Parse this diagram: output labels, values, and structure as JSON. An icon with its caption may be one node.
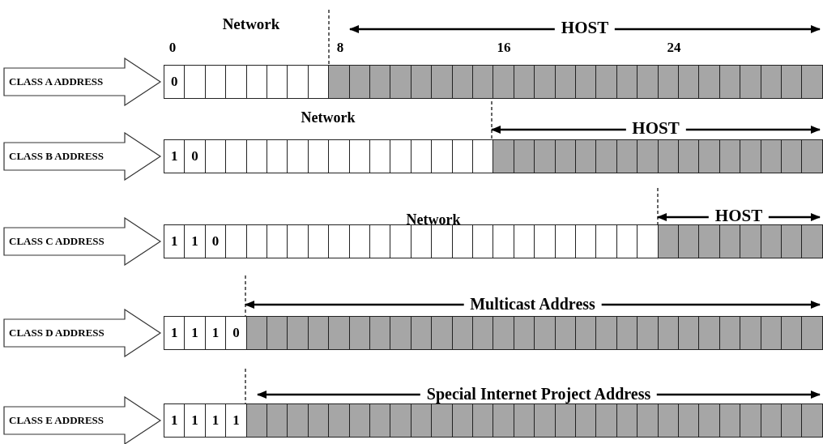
{
  "diagram": {
    "nodes": [
      {
        "text": [
          "CLASS A ADDRESS"
        ]
      },
      {
        "text": [
          "CLASS B ADDRESS"
        ]
      },
      {
        "text": [
          "CLASS C ADDRESS"
        ]
      },
      {
        "text": [
          "CLASS D ADDRESS"
        ]
      },
      {
        "text": [
          "CLASS E ADDRESS"
        ]
      }
    ],
    "edges": [],
    "labels": [
      "Network",
      "HOST",
      "0",
      "8",
      "16",
      "24",
      "0",
      "Network",
      "HOST",
      "1",
      "0",
      "Network",
      "HOST",
      "1",
      "1",
      "0",
      "Multicast Address",
      "1",
      "1",
      "1",
      "0",
      "Special Internet Project Address",
      "1",
      "1",
      "1",
      "1"
    ]
  }
}
